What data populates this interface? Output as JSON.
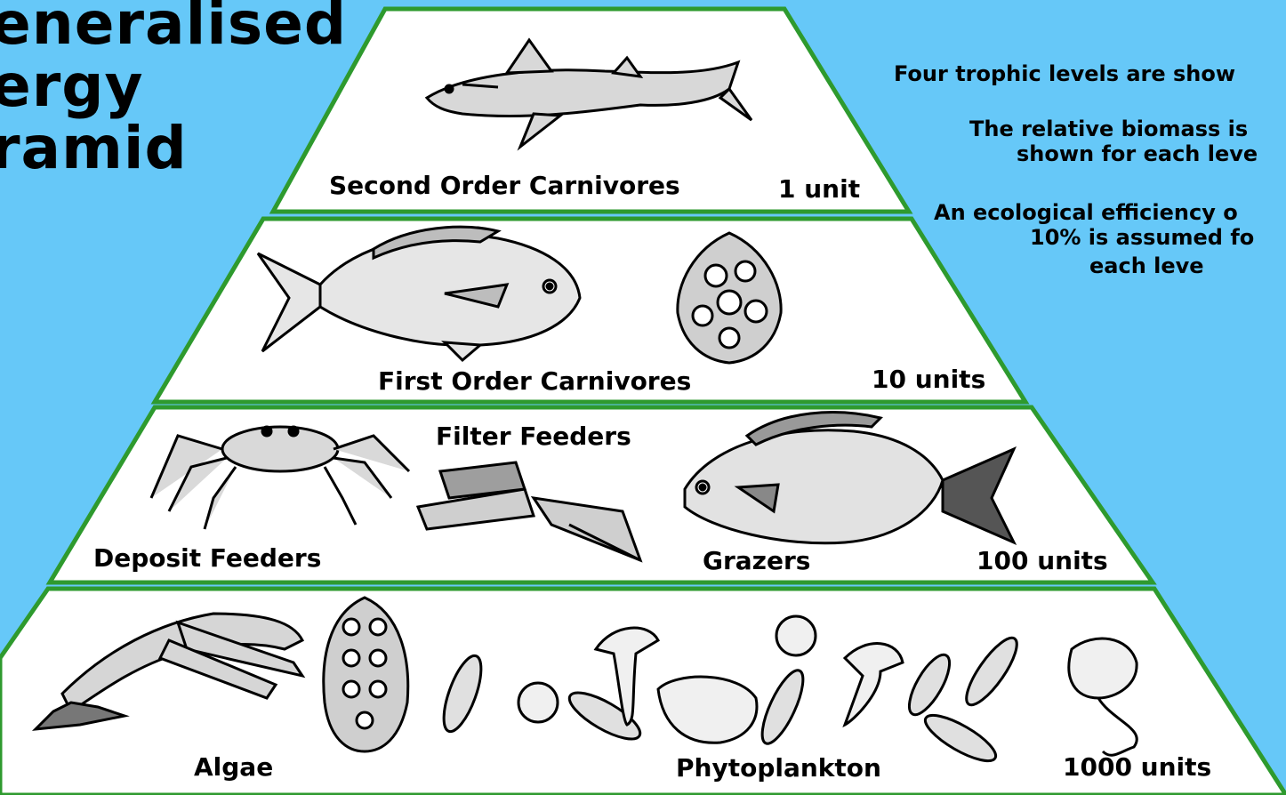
{
  "title": {
    "line1": "eneralised",
    "line2": "ergy",
    "line3": "ramid"
  },
  "notes": {
    "note1": "Four trophic levels are show",
    "note2_line1": "The relative biomass is",
    "note2_line2": "shown for each leve",
    "note3_line1": "An ecological efficiency o",
    "note3_line2": "10% is assumed fo",
    "note3_line3": "each leve"
  },
  "levels": [
    {
      "labels": [
        "Second Order Carnivores"
      ],
      "biomass": "1 unit"
    },
    {
      "labels": [
        "First Order Carnivores"
      ],
      "biomass": "10 units"
    },
    {
      "labels": [
        "Filter Feeders",
        "Deposit Feeders",
        "Grazers"
      ],
      "biomass": "100 units"
    },
    {
      "labels": [
        "Algae",
        "Phytoplankton"
      ],
      "biomass": "1000 units"
    }
  ],
  "colors": {
    "background": "#66c8f8",
    "pyramid_outline": "#2e9a2e",
    "tier_fill": "#ffffff"
  }
}
